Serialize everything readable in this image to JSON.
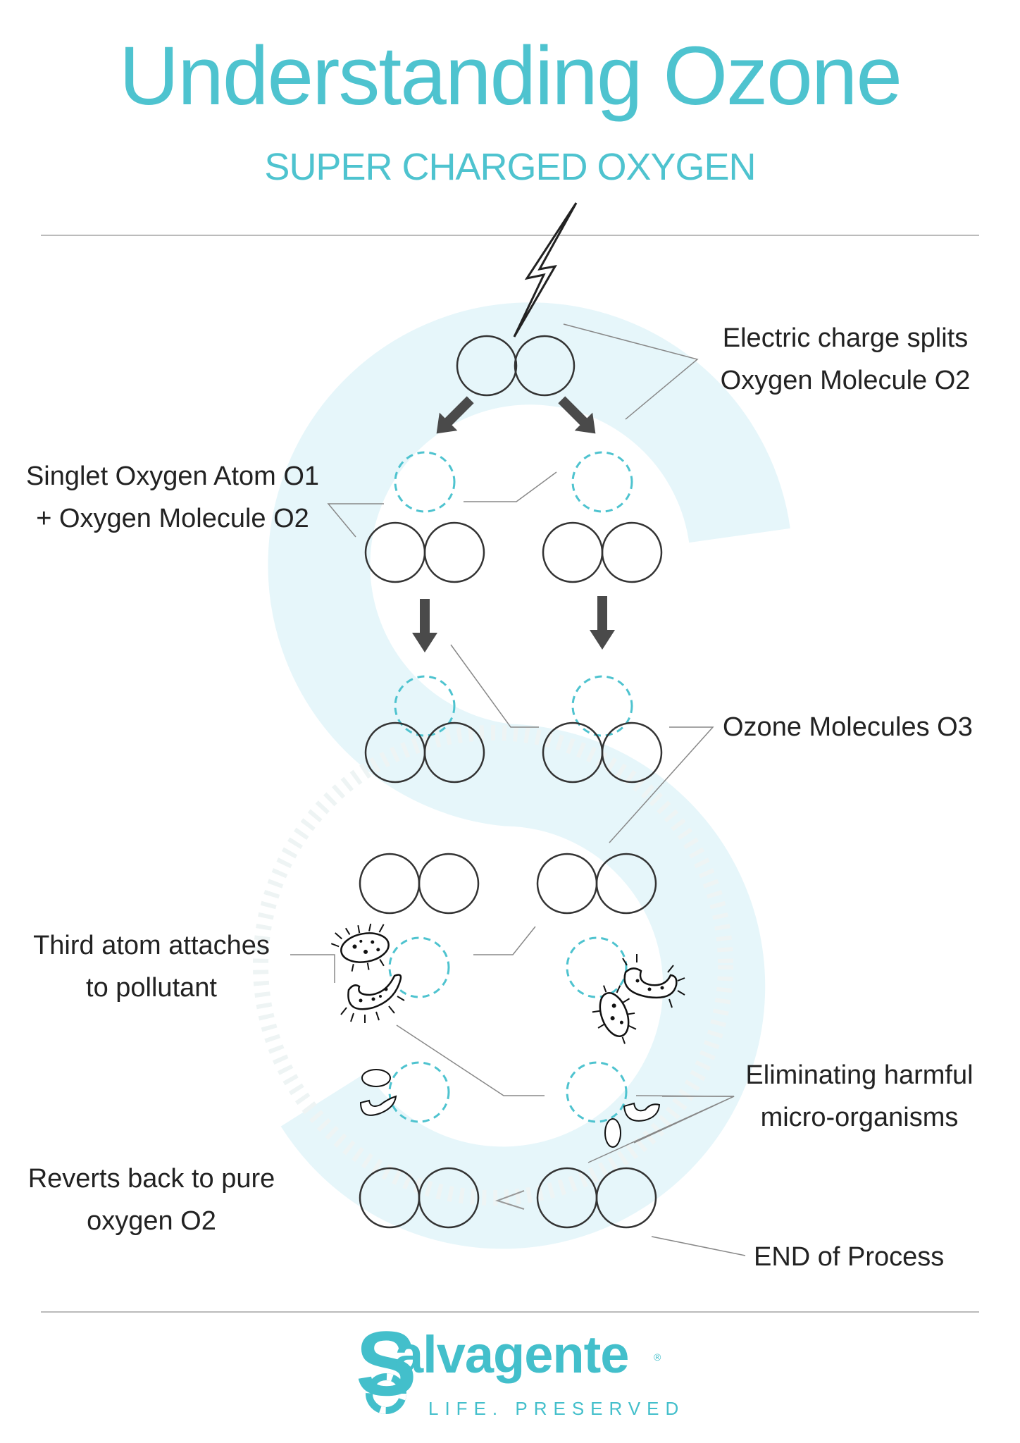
{
  "header": {
    "title": "Understanding Ozone",
    "subtitle": "SUPER CHARGED OXYGEN"
  },
  "labels": {
    "electric": [
      "Electric charge splits",
      "Oxygen Molecule O2"
    ],
    "singlet": [
      "Singlet Oxygen Atom O1",
      "+ Oxygen Molecule O2"
    ],
    "ozone": [
      "Ozone Molecules O3"
    ],
    "third": [
      "Third atom attaches",
      "to pollutant"
    ],
    "eliminating": [
      "Eliminating harmful",
      "micro-organisms"
    ],
    "reverts": [
      "Reverts back to pure",
      "oxygen O2"
    ],
    "end": [
      "END of Process"
    ]
  },
  "brand": {
    "initial": "S",
    "name": "alvagente",
    "registered": "®",
    "tagline": "LIFE. PRESERVED"
  },
  "colors": {
    "accent": "#4ec3cf",
    "watermark": "#e6f6fa",
    "atom_stroke": "#333333",
    "arrow": "#4a4a4a"
  }
}
